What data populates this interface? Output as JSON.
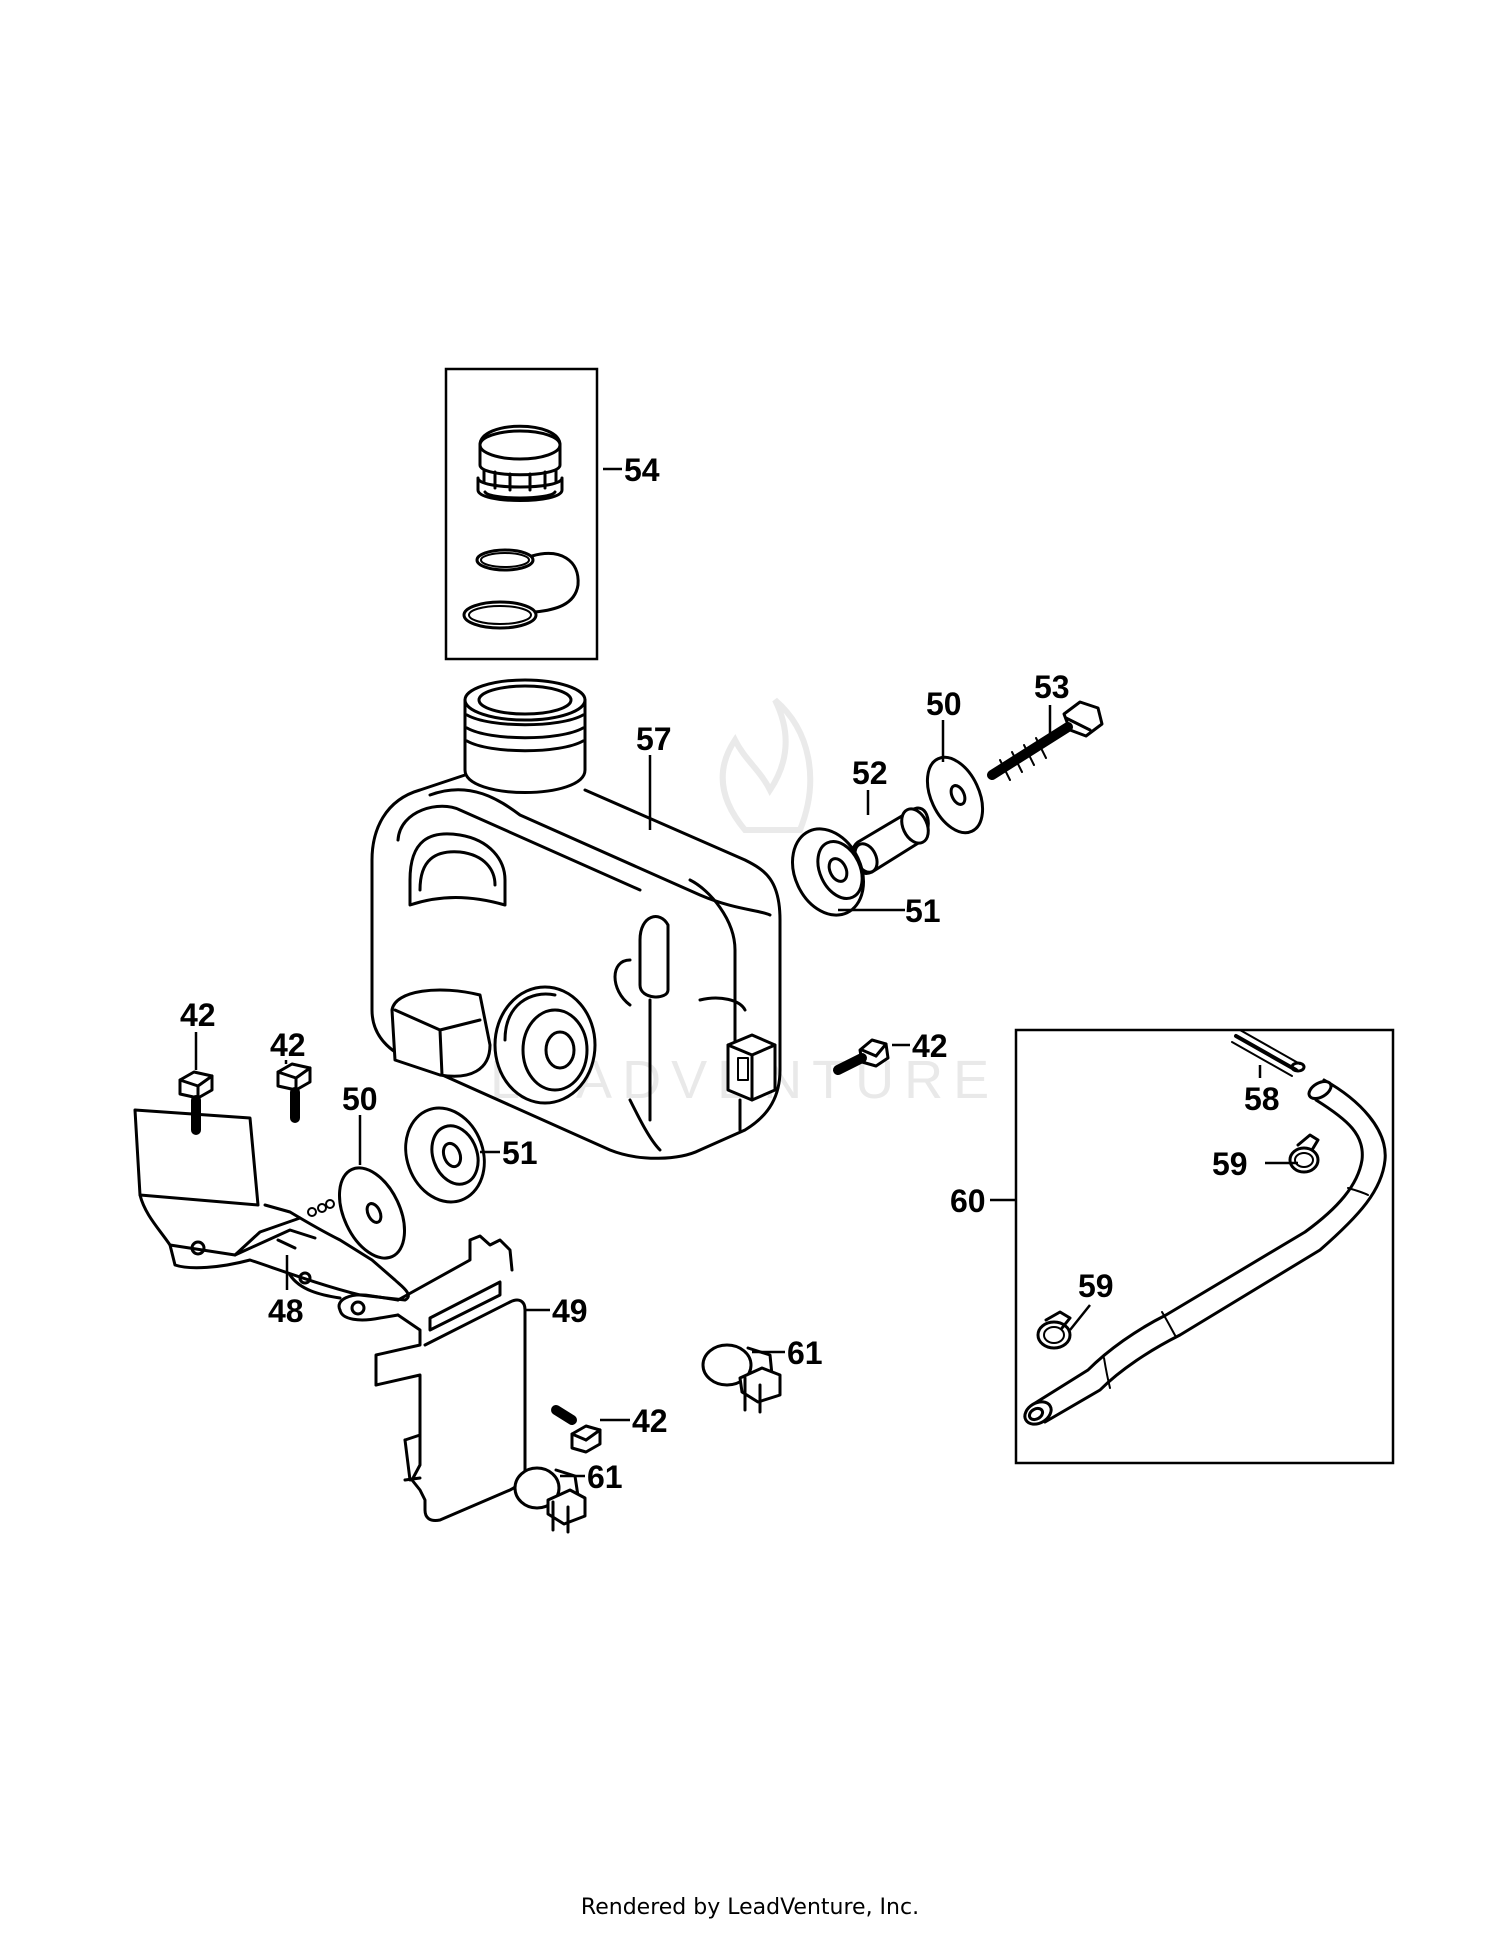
{
  "diagram": {
    "type": "exploded parts diagram",
    "callouts": [
      {
        "id": "c54",
        "label": "54"
      },
      {
        "id": "c57",
        "label": "57"
      },
      {
        "id": "c53",
        "label": "53"
      },
      {
        "id": "c50a",
        "label": "50"
      },
      {
        "id": "c52",
        "label": "52"
      },
      {
        "id": "c51a",
        "label": "51"
      },
      {
        "id": "c42a",
        "label": "42"
      },
      {
        "id": "c42b",
        "label": "42"
      },
      {
        "id": "c42c",
        "label": "42"
      },
      {
        "id": "c50b",
        "label": "50"
      },
      {
        "id": "c51b",
        "label": "51"
      },
      {
        "id": "c48",
        "label": "48"
      },
      {
        "id": "c49",
        "label": "49"
      },
      {
        "id": "c61a",
        "label": "61"
      },
      {
        "id": "c42d",
        "label": "42"
      },
      {
        "id": "c61b",
        "label": "61"
      },
      {
        "id": "c58",
        "label": "58"
      },
      {
        "id": "c59a",
        "label": "59"
      },
      {
        "id": "c60",
        "label": "60"
      },
      {
        "id": "c59b",
        "label": "59"
      }
    ]
  },
  "watermark": {
    "text": "LEADVENTURE"
  },
  "footer": {
    "text": "Rendered by LeadVenture, Inc."
  }
}
